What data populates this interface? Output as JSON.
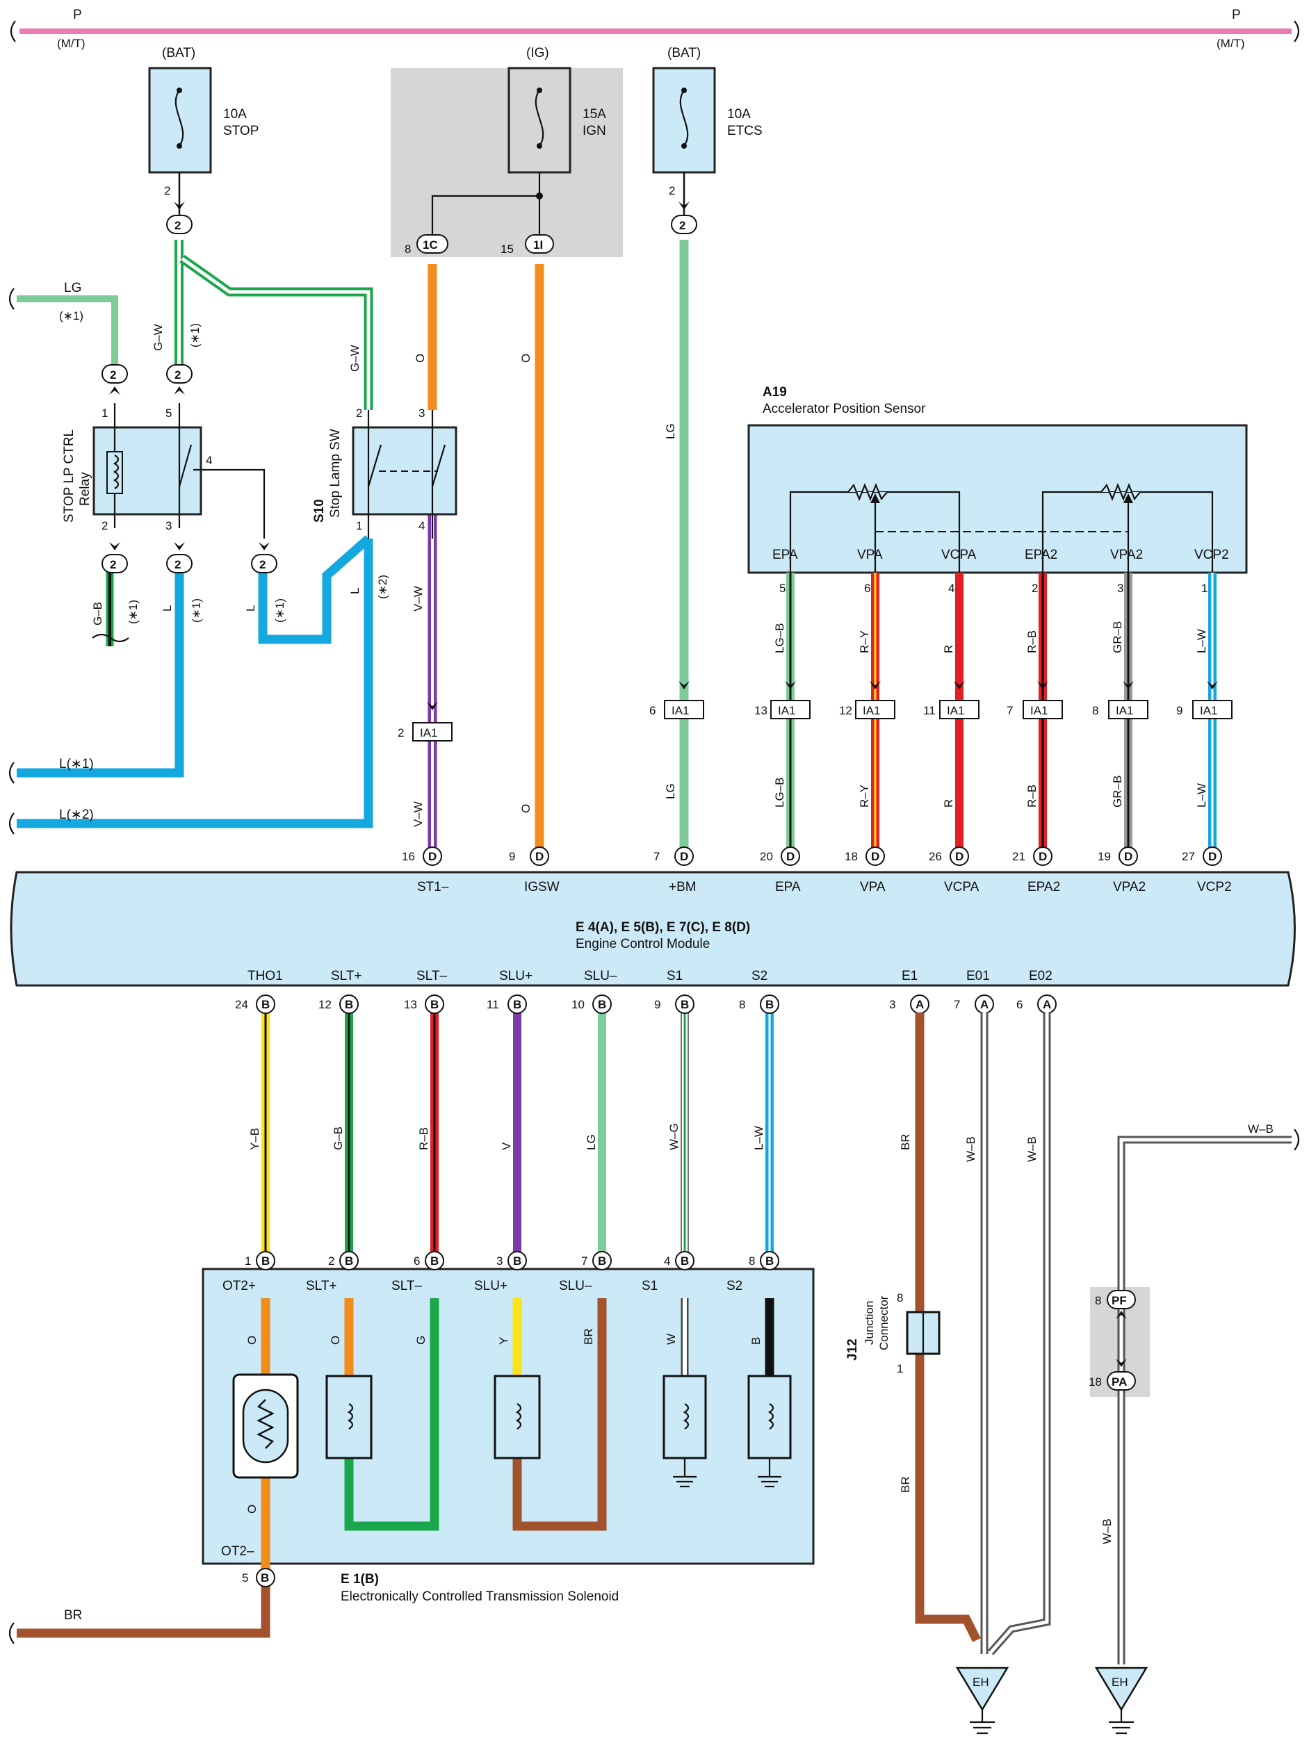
{
  "bus": {
    "label": "P",
    "sub": "(M/T)"
  },
  "fuses": [
    {
      "id": "stop",
      "source": "(BAT)",
      "rating": "10A",
      "name": "STOP",
      "pin": "2",
      "conn": "2"
    },
    {
      "id": "ign",
      "source": "(IG)",
      "rating": "15A",
      "name": "IGN",
      "pins": [
        "8",
        "15"
      ],
      "conns": [
        "1C",
        "1I"
      ]
    },
    {
      "id": "etcs",
      "source": "(BAT)",
      "rating": "10A",
      "name": "ETCS",
      "pin": "2",
      "conn": "2"
    }
  ],
  "relay": {
    "name_line1": "STOP LP CTRL",
    "name_line2": "Relay",
    "pins": [
      "1",
      "5",
      "2",
      "3",
      "4"
    ],
    "conn": "2"
  },
  "stop_sw": {
    "code": "S10",
    "name": "Stop Lamp SW",
    "pins": [
      "2",
      "3",
      "1",
      "4"
    ]
  },
  "accel": {
    "code": "A19",
    "name": "Accelerator Position Sensor",
    "terms": [
      "EPA",
      "VPA",
      "VCPA",
      "EPA2",
      "VPA2",
      "VCP2"
    ],
    "pins": [
      "5",
      "6",
      "4",
      "2",
      "3",
      "1"
    ],
    "wires": [
      "LG–B",
      "R–Y",
      "R",
      "R–B",
      "GR–B",
      "L–W"
    ]
  },
  "ia1": {
    "label": "IA1",
    "pins": [
      "13",
      "12",
      "11",
      "7",
      "8",
      "9"
    ],
    "pin_bm": "6",
    "pin_st": "2"
  },
  "ecm": {
    "title": "E 4(A), E 5(B), E 7(C), E 8(D)",
    "name": "Engine Control Module",
    "top_terms": [
      "ST1–",
      "IGSW",
      "+BM",
      "EPA",
      "VPA",
      "VCPA",
      "EPA2",
      "VPA2",
      "VCP2"
    ],
    "top_pins": [
      "16",
      "9",
      "7",
      "20",
      "18",
      "26",
      "21",
      "19",
      "27"
    ],
    "top_conn": "D",
    "bot_terms": [
      "THO1",
      "SLT+",
      "SLT–",
      "SLU+",
      "SLU–",
      "S1",
      "S2",
      "E1",
      "E01",
      "E02"
    ],
    "bot_pins": [
      "24",
      "12",
      "13",
      "11",
      "10",
      "9",
      "8",
      "3",
      "7",
      "6"
    ],
    "bot_conns": [
      "B",
      "B",
      "B",
      "B",
      "B",
      "B",
      "B",
      "A",
      "A",
      "A"
    ]
  },
  "trans": {
    "code": "E 1(B)",
    "name": "Electronically Controlled Transmission Solenoid",
    "wires": [
      "Y–B",
      "G–B",
      "R–B",
      "V",
      "LG",
      "W–G",
      "L–W"
    ],
    "pins": [
      "1",
      "2",
      "6",
      "3",
      "7",
      "4",
      "8"
    ],
    "terms": [
      "OT2+",
      "SLT+",
      "SLT–",
      "SLU+",
      "SLU–",
      "S1",
      "S2"
    ],
    "inner_wires": [
      "O",
      "O",
      "G",
      "Y",
      "BR",
      "W",
      "B"
    ],
    "ot2_minus": "OT2–",
    "ot2_wire": "O",
    "pin5": "5",
    "conn": "B"
  },
  "junction": {
    "code": "J12",
    "name_line1": "Junction",
    "name_line2": "Connector",
    "pin_top": "8",
    "pin_bot": "1"
  },
  "pf_pa": {
    "pf": "PF",
    "pa": "PA",
    "pin_pf": "8",
    "pin_pa": "18"
  },
  "ground": "EH",
  "wire_labels": {
    "lg": "LG",
    "note1": "(∗1)",
    "note2": "(∗2)",
    "gw": "G–W",
    "gb": "G–B",
    "l": "L",
    "l1": "L(∗1)",
    "l2": "L(∗2)",
    "o": "O",
    "vw": "V–W",
    "br": "BR",
    "wb": "W–B"
  },
  "colors": {
    "bus": "#ec7ab4",
    "box": "#cbe9f6",
    "lg": "#7ecb9a",
    "g": "#1aa64a",
    "l": "#13a8e0",
    "o": "#f28c1c",
    "v": "#7a3aa8",
    "r": "#e31e24",
    "y": "#fbe318",
    "br": "#a2522c",
    "gr": "#9a9a9a"
  }
}
